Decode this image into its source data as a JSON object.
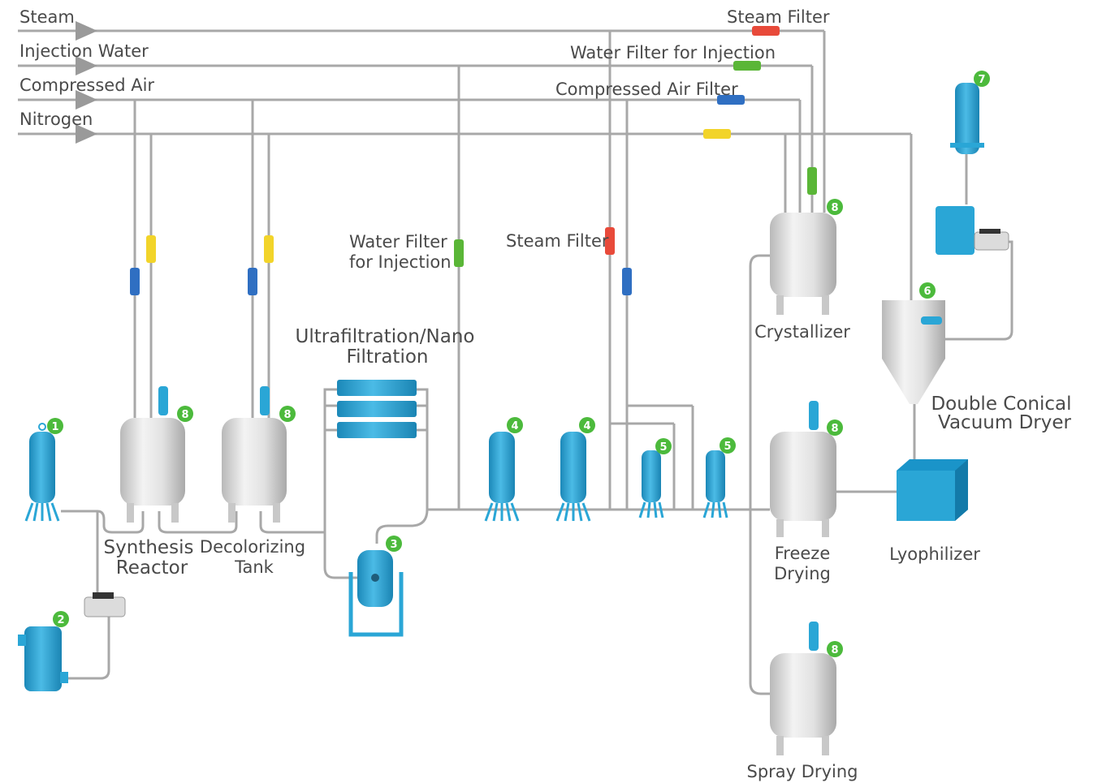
{
  "colors": {
    "pipe": "#a8a8a8",
    "vessel_blue": "#2aa6d6",
    "steel": "#d4d4d4",
    "badge": "#4cba3c",
    "steam_filter": "#e84a3a",
    "water_filter": "#5ab637",
    "air_filter": "#2f6fc2",
    "nitrogen_filter": "#f2d42a"
  },
  "utility_lines": {
    "steam": "Steam",
    "injection_water": "Injection Water",
    "compressed_air": "Compressed Air",
    "nitrogen": "Nitrogen"
  },
  "filters": {
    "steam_filter_top": "Steam Filter",
    "water_filter_top": "Water Filter for Injection",
    "air_filter_top": "Compressed Air Filter",
    "water_filter_mid_line1": "Water Filter",
    "water_filter_mid_line2": "for Injection",
    "steam_filter_mid": "Steam Filter"
  },
  "equipment": {
    "synthesis_reactor_line1": "Synthesis",
    "synthesis_reactor_line2": "Reactor",
    "decolorizing_tank_line1": "Decolorizing",
    "decolorizing_tank_line2": "Tank",
    "ultrafiltration_line1": "Ultrafiltration/Nano",
    "ultrafiltration_line2": "Filtration",
    "crystallizer": "Crystallizer",
    "dryer_line1": "Double Conical",
    "dryer_line2": "Vacuum Dryer",
    "freeze_drying_line1": "Freeze",
    "freeze_drying_line2": "Drying",
    "lyophilizer": "Lyophilizer",
    "spray_drying": "Spray Drying"
  },
  "badges": {
    "b1": "1",
    "b2": "2",
    "b3": "3",
    "b4a": "4",
    "b4b": "4",
    "b5a": "5",
    "b5b": "5",
    "b6": "6",
    "b7": "7",
    "b8_reactor": "8",
    "b8_decolor": "8",
    "b8_crystallizer": "8",
    "b8_freeze": "8",
    "b8_spray": "8"
  }
}
